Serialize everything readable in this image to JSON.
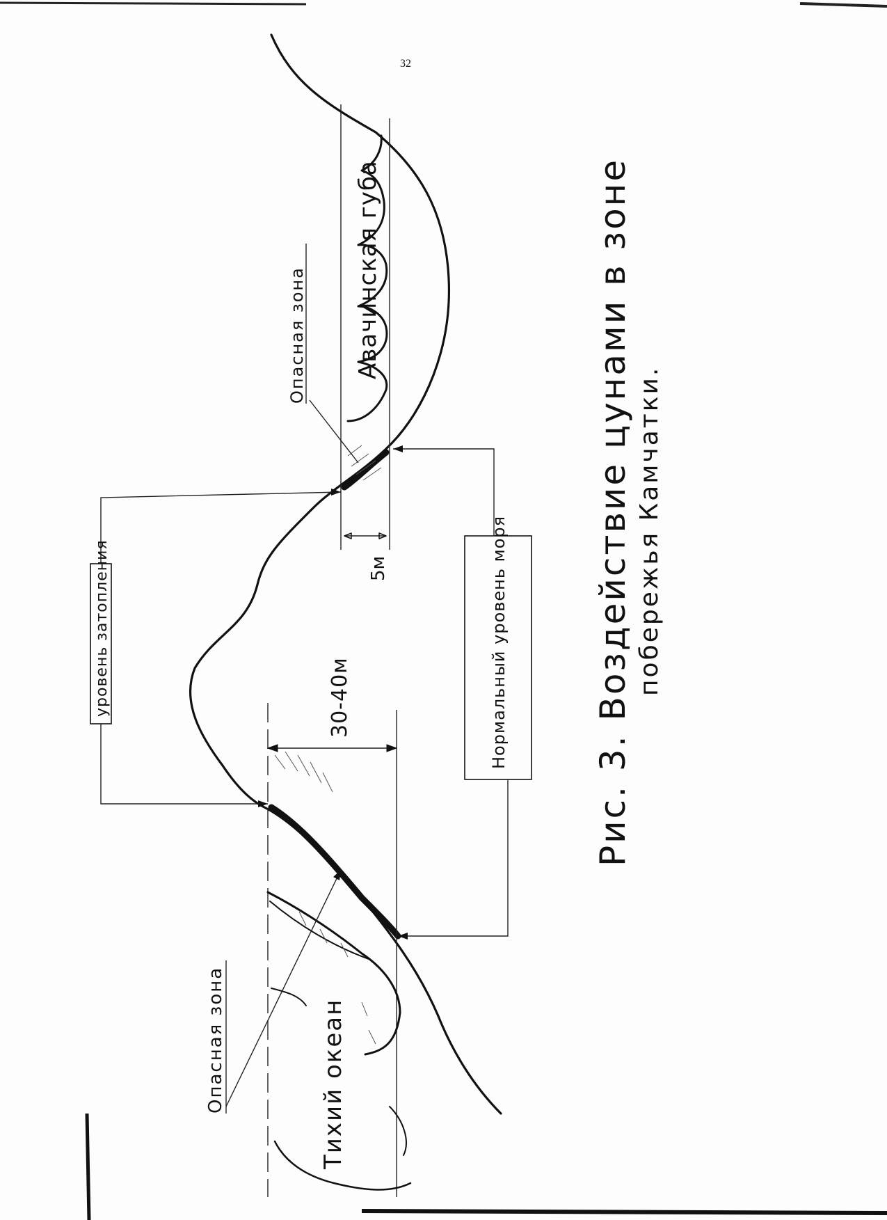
{
  "page": {
    "number": "32"
  },
  "figure": {
    "caption_line1": "Рис. 3.  Воздействие цунами в зоне",
    "caption_line2": "побережья Камчатки."
  },
  "labels": {
    "flood_level": "уровень затопления",
    "normal_sea_level": "Нормальный уровень моря",
    "danger_zone_left": "Опасная зона",
    "danger_zone_right": "Опасная зона",
    "ocean": "Тихий океан",
    "bay": "Авачинская губа",
    "dim_large": "30-40м",
    "dim_small": "5м"
  },
  "colors": {
    "ink": "#111111",
    "paper": "#fdfdfd"
  }
}
